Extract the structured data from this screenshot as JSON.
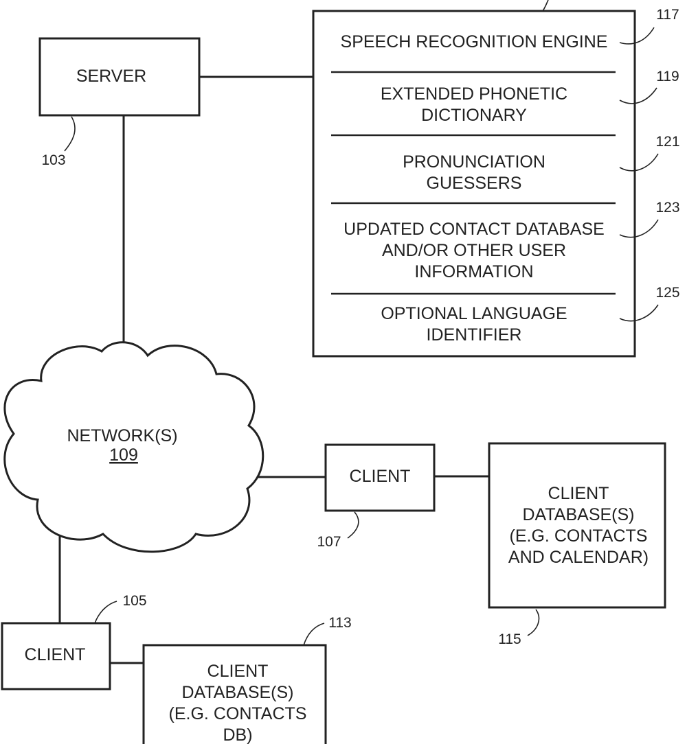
{
  "server": {
    "label": "SERVER",
    "ref": "103"
  },
  "components": {
    "items": [
      {
        "lines": [
          "SPEECH RECOGNITION ENGINE"
        ],
        "ref": "117"
      },
      {
        "lines": [
          "EXTENDED PHONETIC",
          "DICTIONARY"
        ],
        "ref": "119"
      },
      {
        "lines": [
          "PRONUNCIATION",
          "GUESSERS"
        ],
        "ref": "121"
      },
      {
        "lines": [
          "UPDATED CONTACT DATABASE",
          "AND/OR OTHER USER",
          "INFORMATION"
        ],
        "ref": "123"
      },
      {
        "lines": [
          "OPTIONAL LANGUAGE",
          "IDENTIFIER"
        ],
        "ref": "125"
      }
    ]
  },
  "network": {
    "label": "NETWORK(S)",
    "ref": "109"
  },
  "client_right": {
    "label": "CLIENT",
    "ref": "107"
  },
  "client_right_db": {
    "lines": [
      "CLIENT",
      "DATABASE(S)",
      "(E.G. CONTACTS",
      "AND CALENDAR)"
    ],
    "ref": "115"
  },
  "client_left": {
    "label": "CLIENT",
    "ref": "105"
  },
  "client_left_db": {
    "lines": [
      "CLIENT",
      "DATABASE(S)",
      "(E.G. CONTACTS",
      "DB)"
    ],
    "ref": "113"
  }
}
